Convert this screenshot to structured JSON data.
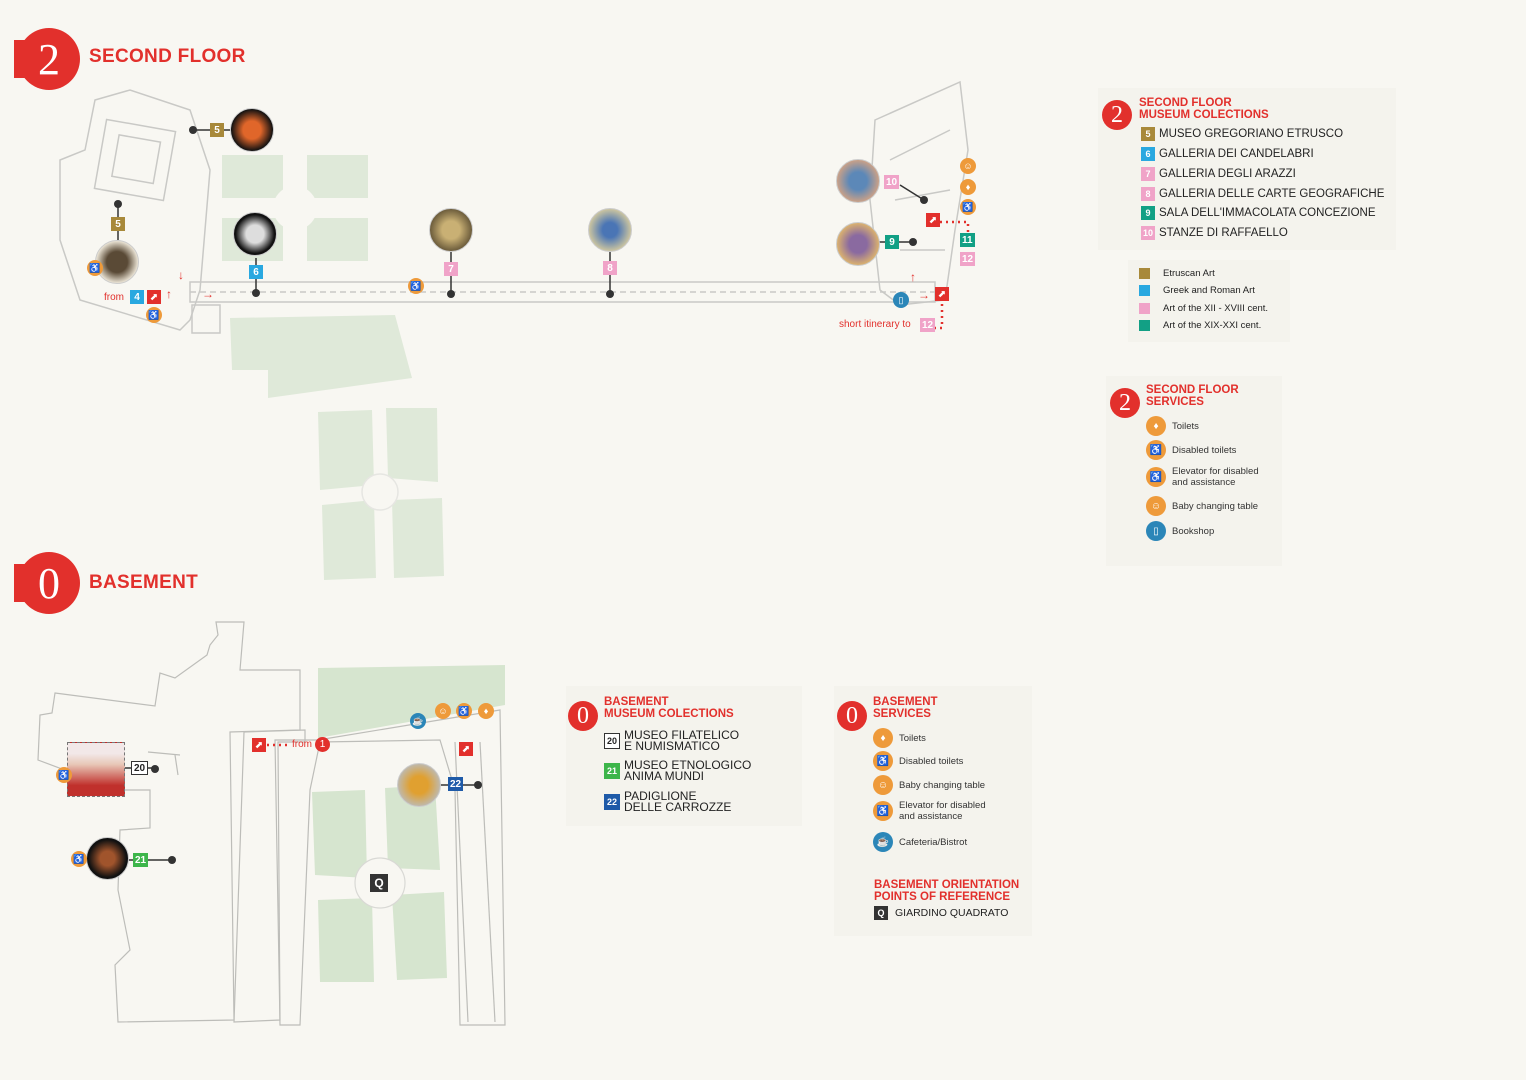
{
  "second_floor": {
    "number": "2",
    "title": "SECOND FLOOR",
    "markers": {
      "m5a": "5",
      "m5b": "5",
      "m6": "6",
      "m7": "7",
      "m8": "8",
      "m10": "10",
      "m9": "9",
      "m11": "11",
      "m12a": "12",
      "m4": "4",
      "m12b": "12"
    },
    "from_label": "from",
    "short_itinerary_label": "short itinerary to"
  },
  "basement": {
    "number": "0",
    "title": "BASEMENT",
    "markers": {
      "m20": "20",
      "m21": "21",
      "m22": "22",
      "q": "Q",
      "from_num": "1"
    },
    "from_label": "from"
  },
  "legend_second_collections": {
    "number": "2",
    "title_line1": "SECOND FLOOR",
    "title_line2": "MUSEUM COLECTIONS",
    "items": [
      {
        "num": "5",
        "label": "MUSEO GREGORIANO ETRUSCO",
        "color": "#a8893a"
      },
      {
        "num": "6",
        "label": "GALLERIA DEI CANDELABRI",
        "color": "#29a8e0"
      },
      {
        "num": "7",
        "label": "GALLERIA DEGLI ARAZZI",
        "color": "#f0a3c8"
      },
      {
        "num": "8",
        "label": "GALLERIA DELLE CARTE GEOGRAFICHE",
        "color": "#f0a3c8"
      },
      {
        "num": "9",
        "label": "SALA DELL'IMMACOLATA CONCEZIONE",
        "color": "#12a085"
      },
      {
        "num": "10",
        "label": "STANZE DI RAFFAELLO",
        "color": "#f0a3c8"
      }
    ]
  },
  "legend_categories": [
    {
      "label": "Etruscan Art",
      "color": "#a8893a"
    },
    {
      "label": "Greek and Roman Art",
      "color": "#29a8e0"
    },
    {
      "label": "Art of the XII - XVIII cent.",
      "color": "#f0a3c8"
    },
    {
      "label": "Art of the XIX-XXI cent.",
      "color": "#12a085"
    }
  ],
  "legend_second_services": {
    "number": "2",
    "title_line1": "SECOND FLOOR",
    "title_line2": "SERVICES",
    "items": [
      {
        "icon": "toilets-icon",
        "label": "Toilets"
      },
      {
        "icon": "disabled-toilets-icon",
        "label": "Disabled toilets"
      },
      {
        "icon": "elevator-icon",
        "label": "Elevator for disabled",
        "label2": "and assistance"
      },
      {
        "icon": "baby-changing-icon",
        "label": "Baby changing table"
      },
      {
        "icon": "bookshop-icon",
        "label": "Bookshop"
      }
    ]
  },
  "legend_basement_collections": {
    "number": "0",
    "title_line1": "BASEMENT",
    "title_line2": "MUSEUM COLECTIONS",
    "items": [
      {
        "num": "20",
        "line1": "MUSEO FILATELICO",
        "line2": "E NUMISMATICO",
        "color": "#ffffff"
      },
      {
        "num": "21",
        "line1": "MUSEO ETNOLOGICO",
        "line2": "ANIMA MUNDI",
        "color": "#3db54a"
      },
      {
        "num": "22",
        "line1": "PADIGLIONE",
        "line2": "DELLE CARROZZE",
        "color": "#1e5aa8"
      }
    ]
  },
  "legend_basement_services": {
    "number": "0",
    "title_line1": "BASEMENT",
    "title_line2": "SERVICES",
    "items": [
      {
        "icon": "toilets-icon",
        "label": "Toilets"
      },
      {
        "icon": "disabled-toilets-icon",
        "label": "Disabled toilets"
      },
      {
        "icon": "baby-changing-icon",
        "label": "Baby changing table"
      },
      {
        "icon": "elevator-icon",
        "label": "Elevator for disabled",
        "label2": "and assistance"
      },
      {
        "icon": "cafeteria-icon",
        "label": "Cafeteria/Bistrot"
      }
    ],
    "orientation_title1": "BASEMENT ORIENTATION",
    "orientation_title2": "POINTS OF REFERENCE",
    "orientation_item": {
      "num": "Q",
      "label": "GIARDINO QUADRATO"
    }
  },
  "colors": {
    "red": "#e2302c",
    "service_orange": "#ee9a3a",
    "bookshop_blue": "#2b86b8",
    "garden_green": "#dce8d4"
  }
}
